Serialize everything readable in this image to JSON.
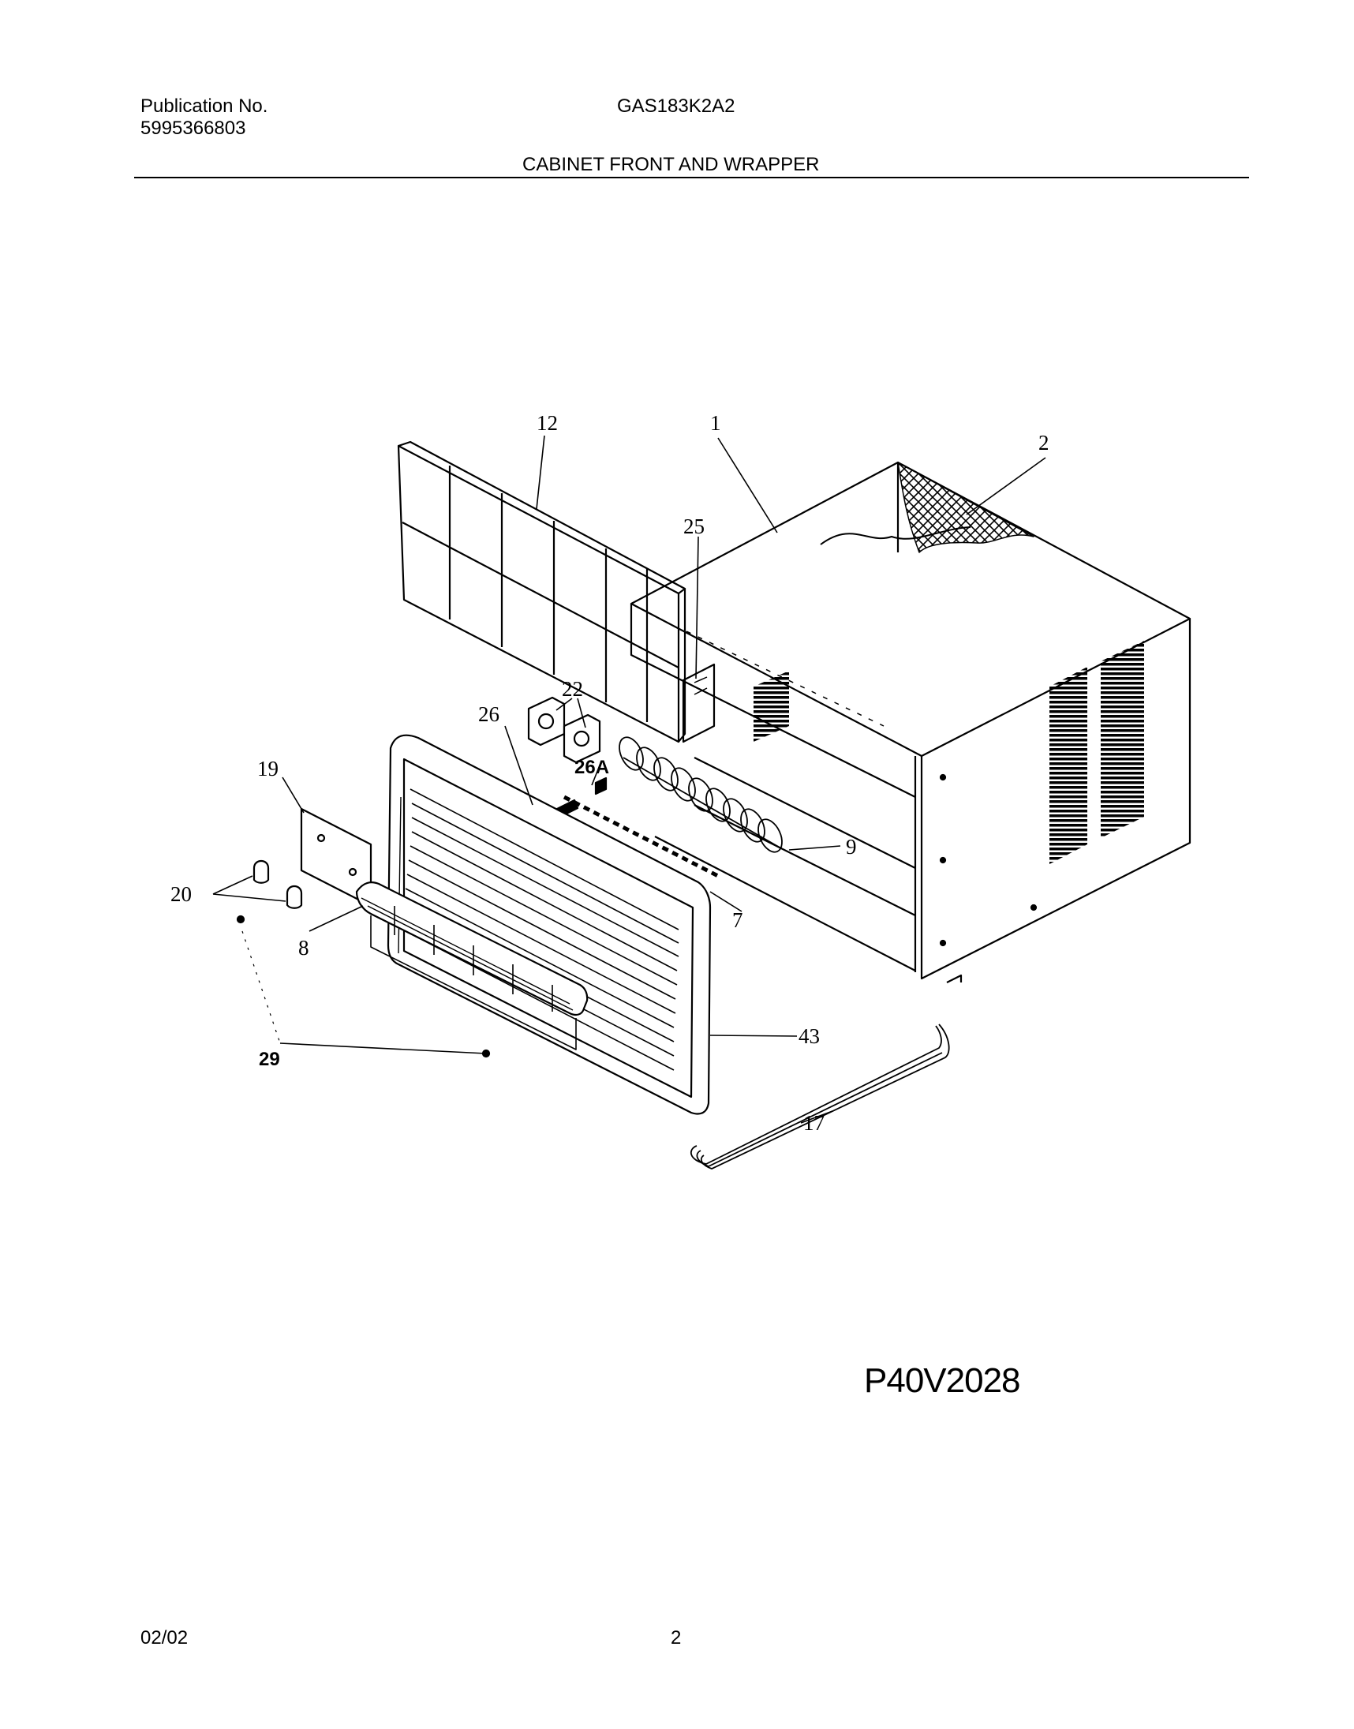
{
  "header": {
    "pub_label": "Publication No.",
    "pub_number": "5995366803",
    "model": "GAS183K2A2",
    "section_title": "CABINET FRONT AND WRAPPER"
  },
  "diagram": {
    "callouts": {
      "c12": "12",
      "c1": "1",
      "c2": "2",
      "c25": "25",
      "c22": "22",
      "c26": "26",
      "c26a": "26A",
      "c19": "19",
      "c9": "9",
      "c20": "20",
      "c7": "7",
      "c8": "8",
      "c43": "43",
      "c29": "29",
      "c17": "17"
    },
    "drawing_code": "P40V2028"
  },
  "footer": {
    "date": "02/02",
    "page": "2"
  }
}
